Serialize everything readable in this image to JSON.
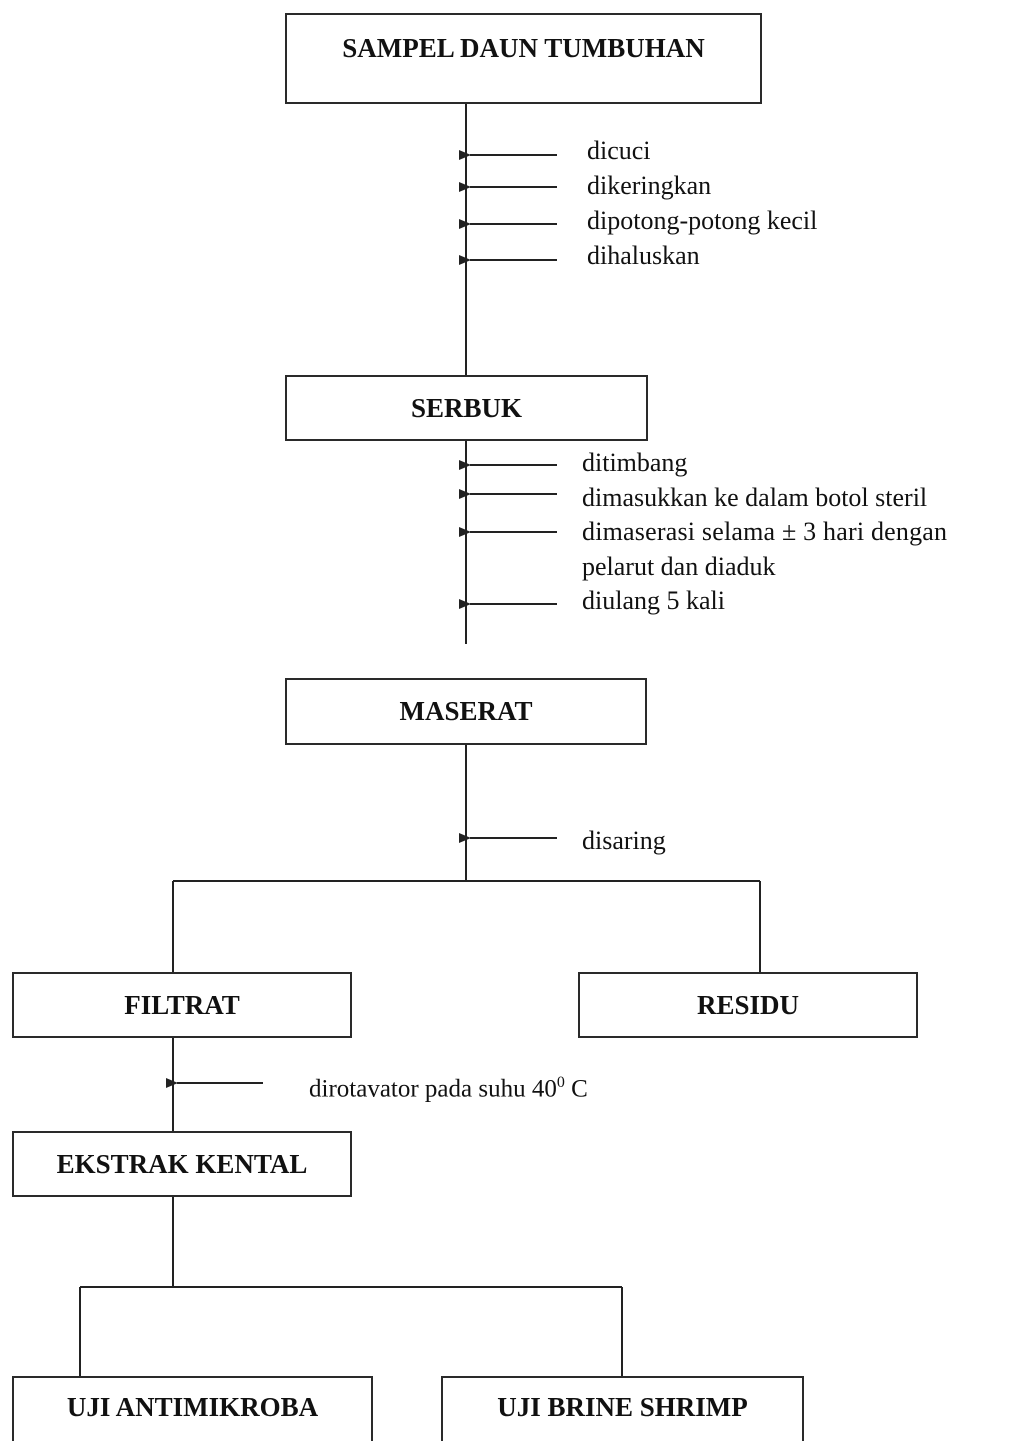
{
  "nodes": {
    "sampel": "SAMPEL DAUN TUMBUHAN",
    "serbuk": "SERBUK",
    "maserat": "MASERAT",
    "filtrat": "FILTRAT",
    "residu": "RESIDU",
    "ekstrak": "EKSTRAK KENTAL",
    "uji_antimikroba": "UJI ANTIMIKROBA",
    "uji_brine_shrimp": "UJI BRINE SHRIMP"
  },
  "steps": {
    "sampel_to_serbuk": [
      "dicuci",
      "dikeringkan",
      "dipotong-potong kecil",
      "dihaluskan"
    ],
    "serbuk_to_maserat": [
      "ditimbang",
      "dimasukkan ke dalam botol steril",
      "dimaserasi selama ± 3 hari dengan",
      "pelarut dan diaduk",
      "diulang 5 kali"
    ],
    "maserat_split": "disaring",
    "filtrat_to_ekstrak": "dirotavator pada suhu 40",
    "filtrat_to_ekstrak_sup": "0",
    "filtrat_to_ekstrak_unit": " C"
  }
}
